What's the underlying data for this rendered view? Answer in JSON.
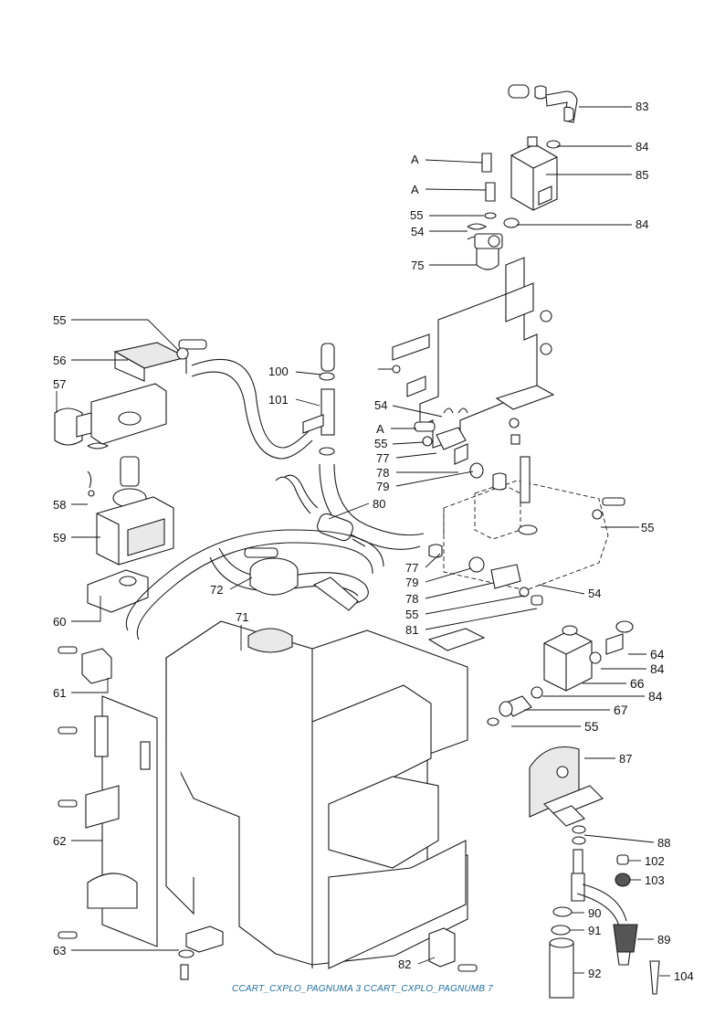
{
  "labels": [
    {
      "id": "83",
      "text": "83"
    },
    {
      "id": "84a",
      "text": "84"
    },
    {
      "id": "85",
      "text": "85"
    },
    {
      "id": "A1",
      "text": "A"
    },
    {
      "id": "A2",
      "text": "A"
    },
    {
      "id": "55a",
      "text": "55"
    },
    {
      "id": "54a",
      "text": "54"
    },
    {
      "id": "84b",
      "text": "84"
    },
    {
      "id": "75",
      "text": "75"
    },
    {
      "id": "55b",
      "text": "55"
    },
    {
      "id": "56",
      "text": "56"
    },
    {
      "id": "57",
      "text": "57"
    },
    {
      "id": "100",
      "text": "100"
    },
    {
      "id": "101",
      "text": "101"
    },
    {
      "id": "54b",
      "text": "54"
    },
    {
      "id": "A3",
      "text": "A"
    },
    {
      "id": "55c",
      "text": "55"
    },
    {
      "id": "77a",
      "text": "77"
    },
    {
      "id": "78a",
      "text": "78"
    },
    {
      "id": "79a",
      "text": "79"
    },
    {
      "id": "80",
      "text": "80"
    },
    {
      "id": "58",
      "text": "58"
    },
    {
      "id": "59",
      "text": "59"
    },
    {
      "id": "55d",
      "text": "55"
    },
    {
      "id": "72",
      "text": "72"
    },
    {
      "id": "77b",
      "text": "77"
    },
    {
      "id": "79b",
      "text": "79"
    },
    {
      "id": "54c",
      "text": "54"
    },
    {
      "id": "78b",
      "text": "78"
    },
    {
      "id": "60",
      "text": "60"
    },
    {
      "id": "71",
      "text": "71"
    },
    {
      "id": "55e",
      "text": "55"
    },
    {
      "id": "81",
      "text": "81"
    },
    {
      "id": "64",
      "text": "64"
    },
    {
      "id": "84c",
      "text": "84"
    },
    {
      "id": "66",
      "text": "66"
    },
    {
      "id": "61",
      "text": "61"
    },
    {
      "id": "84d",
      "text": "84"
    },
    {
      "id": "67",
      "text": "67"
    },
    {
      "id": "55f",
      "text": "55"
    },
    {
      "id": "87",
      "text": "87"
    },
    {
      "id": "62",
      "text": "62"
    },
    {
      "id": "88",
      "text": "88"
    },
    {
      "id": "102",
      "text": "102"
    },
    {
      "id": "103",
      "text": "103"
    },
    {
      "id": "90",
      "text": "90"
    },
    {
      "id": "91",
      "text": "91"
    },
    {
      "id": "89",
      "text": "89"
    },
    {
      "id": "63",
      "text": "63"
    },
    {
      "id": "82",
      "text": "82"
    },
    {
      "id": "92",
      "text": "92"
    },
    {
      "id": "104",
      "text": "104"
    }
  ],
  "footer": {
    "text": "CCART_CXPLO_PAGNUMA 3 CCART_CXPLO_PAGNUMB 7",
    "color": "#1f6f9f"
  }
}
